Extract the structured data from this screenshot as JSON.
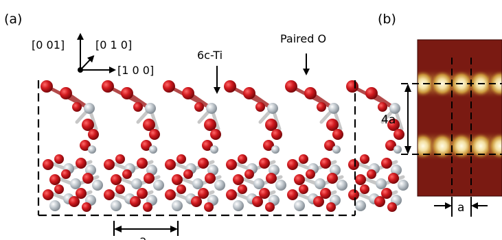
{
  "panel_a": {
    "label": "(a)",
    "axes": {
      "z": "[0 01]",
      "y": "[0 1 0]",
      "x": "[1 0 0]"
    },
    "annotations": {
      "ti": "6c-Ti",
      "paired_o": "Paired O"
    },
    "scale_label": "a"
  },
  "panel_b": {
    "label": "(b)",
    "height_label": "4a",
    "width_label": "a"
  },
  "colors": {
    "oxygen": "#c8151b",
    "titanium": "#b9c0c6",
    "stm_background": "#7a1a12",
    "stm_bright": "#fff8d8"
  }
}
